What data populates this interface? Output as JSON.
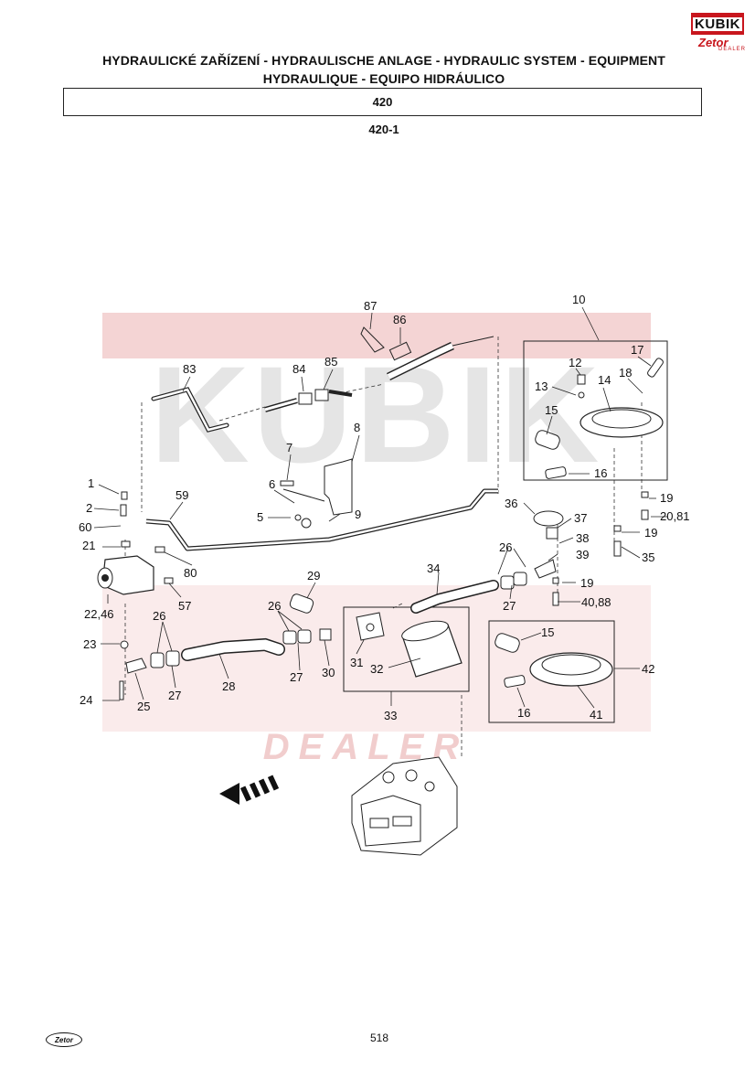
{
  "header": {
    "title_line1": "HYDRAULICKÉ ZAŘÍZENÍ - HYDRAULISCHE ANLAGE - HYDRAULIC SYSTEM - EQUIPMENT",
    "title_line2": "HYDRAULIQUE - EQUIPO HIDRÁULICO",
    "group_code": "420",
    "figure_code": "420-1"
  },
  "logo": {
    "brand": "KUBIK",
    "sub": "Zetor",
    "tag": "DEALER"
  },
  "watermark": {
    "brand": "KUBIK",
    "tag": "DEALER"
  },
  "footer": {
    "page_number": "518",
    "logo": "Zetor"
  },
  "callouts": {
    "c87": "87",
    "c86": "86",
    "c10": "10",
    "c83": "83",
    "c84": "84",
    "c85": "85",
    "c12": "12",
    "c17": "17",
    "c13": "13",
    "c14": "14",
    "c18": "18",
    "c15a": "15",
    "c8": "8",
    "c7": "7",
    "c16a": "16",
    "c1": "1",
    "c6": "6",
    "c59": "59",
    "c19a": "19",
    "c2": "2",
    "c20": "20,81",
    "c5": "5",
    "c9": "9",
    "c36": "36",
    "c37": "37",
    "c60": "60",
    "c19b": "19",
    "c38": "38",
    "c21": "21",
    "c35": "35",
    "c26a": "26",
    "c39": "39",
    "c80": "80",
    "c34": "34",
    "c19c": "19",
    "c29": "29",
    "c57": "57",
    "c40": "40,88",
    "c27a": "27",
    "c22": "22,46",
    "c26b": "26",
    "c26c": "26",
    "c15b": "15",
    "c23": "23",
    "c42": "42",
    "c31": "31",
    "c32": "32",
    "c27b": "27",
    "c30": "30",
    "c28": "28",
    "c24": "24",
    "c25": "25",
    "c27c": "27",
    "c16b": "16",
    "c41": "41",
    "c33": "33"
  },
  "colors": {
    "watermark_red": "#f3d0d0",
    "watermark_gray": "#e2e2e2",
    "logo_red": "#c8161d"
  }
}
